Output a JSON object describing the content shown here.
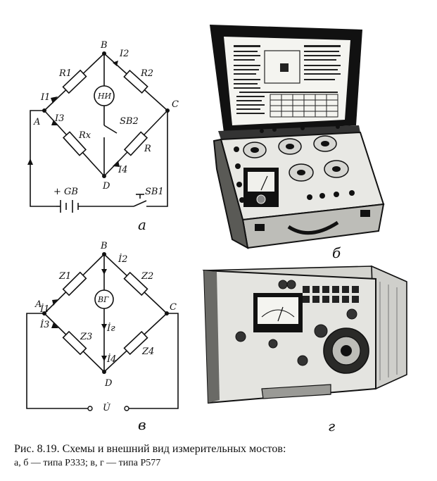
{
  "figure": {
    "caption_line1": "Рис. 8.19. Схемы и внешний вид измерительных мостов:",
    "caption_line2": "а, б — типа Р333; в, г — типа Р577"
  },
  "schematic_a": {
    "node_labels": [
      "B",
      "A",
      "C",
      "D"
    ],
    "resistor_labels": [
      "R1",
      "R2",
      "Rx",
      "R"
    ],
    "current_labels": [
      "I1",
      "I2",
      "I3",
      "I4"
    ],
    "indicator": "НИ",
    "switch_labels": [
      "SB2",
      "SB1"
    ],
    "battery": "+ GB",
    "panel": "а"
  },
  "photo_b": {
    "panel": "б"
  },
  "schematic_v": {
    "node_labels": [
      "B",
      "A",
      "C",
      "D"
    ],
    "impedance_labels": [
      "Z1",
      "Z2",
      "Z3",
      "Z4"
    ],
    "current_labels": [
      "İ1",
      "İ2",
      "İ3",
      "İ4",
      "İг"
    ],
    "indicator": "ВГ",
    "source": "U̇",
    "panel": "в"
  },
  "photo_g": {
    "panel": "г"
  }
}
